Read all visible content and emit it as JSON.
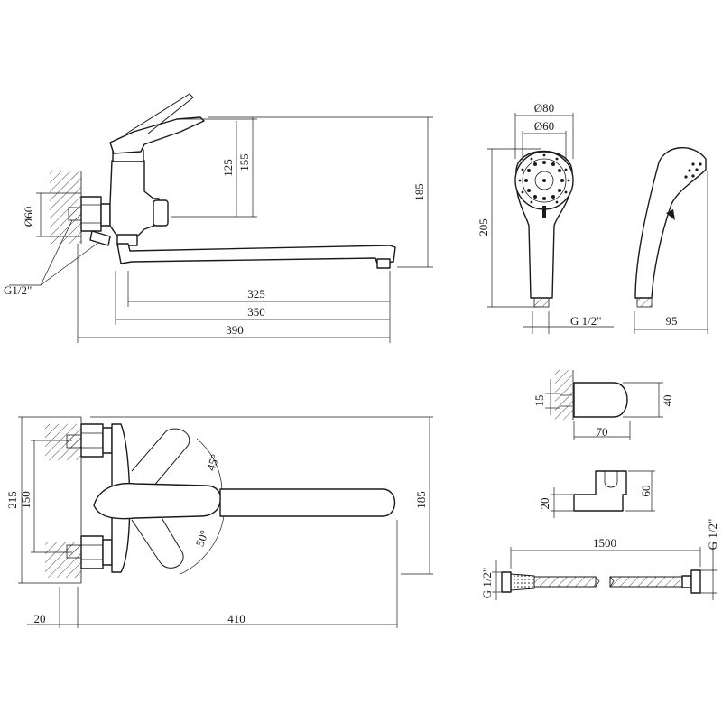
{
  "side_view": {
    "dim_125": "125",
    "dim_155": "155",
    "dim_185": "185",
    "dim_d60": "Ø60",
    "thread": "G1/2\"",
    "dim_325": "325",
    "dim_350": "350",
    "dim_390": "390"
  },
  "hand_shower": {
    "dim_d80": "Ø80",
    "dim_d60": "Ø60",
    "dim_205": "205",
    "thread": "G 1/2\"",
    "dim_95": "95"
  },
  "wall_holder": {
    "dim_15": "15",
    "dim_40": "40",
    "dim_70": "70"
  },
  "top_view": {
    "dim_215": "215",
    "dim_150": "150",
    "dim_185": "185",
    "angle_45": "45°",
    "angle_50": "50°",
    "dim_20": "20",
    "dim_410": "410"
  },
  "bracket": {
    "dim_20": "20",
    "dim_60": "60"
  },
  "hose": {
    "dim_1500": "1500",
    "thread_left": "G 1/2\"",
    "thread_right": "G 1/2\""
  }
}
